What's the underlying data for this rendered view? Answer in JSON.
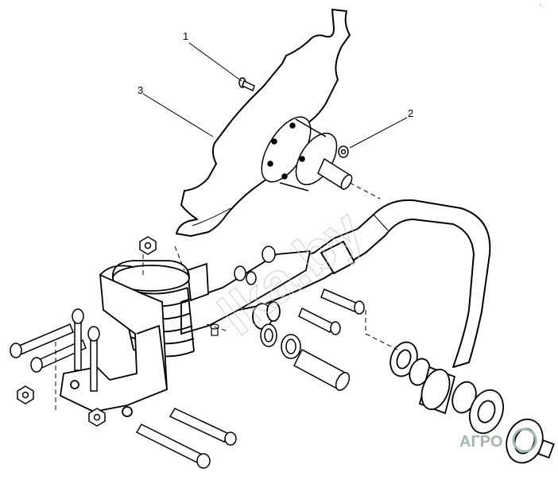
{
  "diagram": {
    "callouts": [
      {
        "id": "1",
        "label": "1"
      },
      {
        "id": "2",
        "label": "2"
      },
      {
        "id": "3",
        "label": "3"
      }
    ],
    "corner_mark": "°··",
    "watermark_text": "lka.by",
    "logo_text": "АГРО"
  }
}
